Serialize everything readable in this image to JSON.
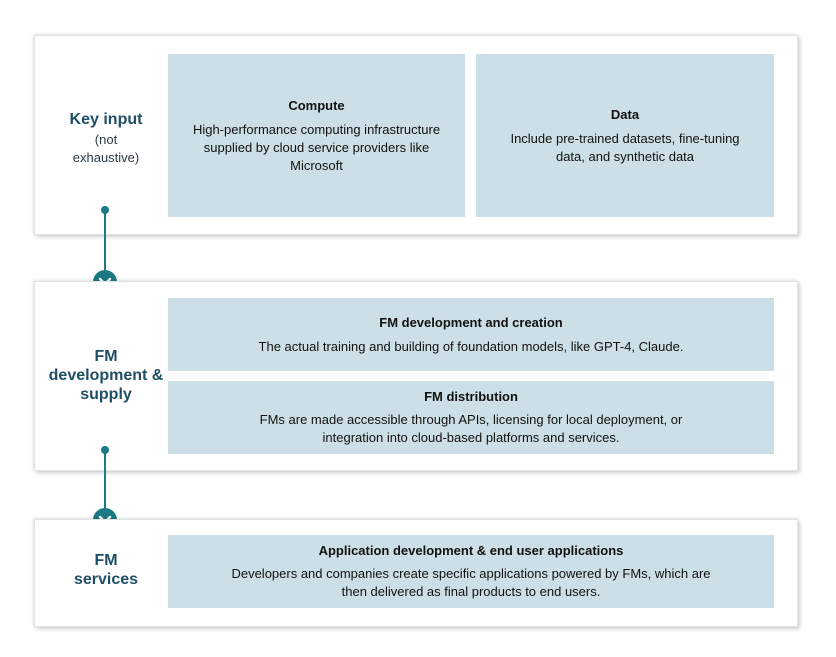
{
  "stages": [
    {
      "title": "Key input",
      "subtitle": "(not exhaustive)",
      "boxes": [
        {
          "title": "Compute",
          "desc": "High-performance computing infrastructure supplied by cloud service providers like Microsoft"
        },
        {
          "title": "Data",
          "desc": "Include pre-trained datasets, fine-tuning data, and synthetic data"
        }
      ]
    },
    {
      "title": "FM development & supply",
      "boxes": [
        {
          "title": "FM development and creation",
          "desc": "The actual training and building of foundation models, like GPT-4, Claude."
        },
        {
          "title": "FM distribution",
          "desc": "FMs are made accessible through APIs, licensing for local deployment, or integration into cloud-based platforms and services."
        }
      ]
    },
    {
      "title": "FM services",
      "boxes": [
        {
          "title": "Application development & end user applications",
          "desc": "Developers and companies create specific applications powered by FMs, which are then delivered as final products to end users."
        }
      ]
    }
  ],
  "colors": {
    "accent": "#1b7a82",
    "box_fill": "#ccdfe6",
    "label": "#1f4e66"
  },
  "icons": [
    "chevron-down-icon"
  ]
}
